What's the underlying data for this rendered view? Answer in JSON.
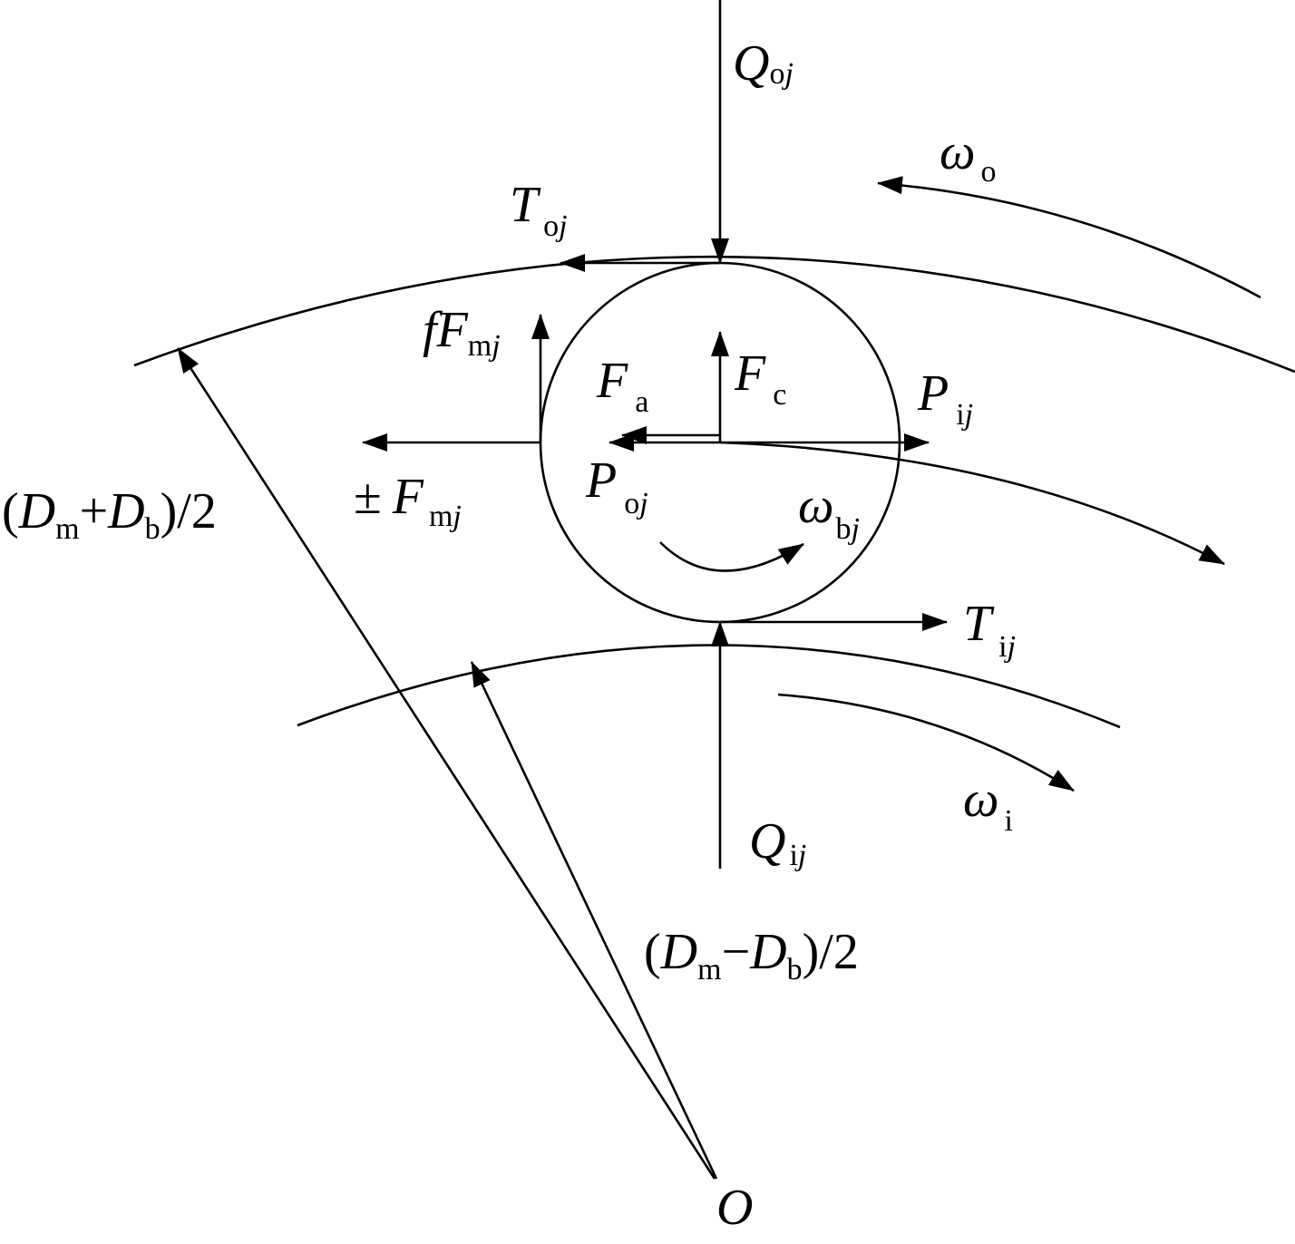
{
  "labels": {
    "Q_o": {
      "main": "Q",
      "sub1": "o",
      "sub2": "j"
    },
    "omega_o": {
      "main": "ω",
      "sub": "o"
    },
    "T_o": {
      "main": "T",
      "sub1": "o",
      "sub2": "j"
    },
    "fF_m": {
      "pre": "f",
      "main": "F",
      "sub1": "m",
      "sub2": "j"
    },
    "F_a": {
      "main": "F",
      "sub": "a"
    },
    "F_c": {
      "main": "F",
      "sub": "c"
    },
    "P_i": {
      "main": "P",
      "sub1": "i",
      "sub2": "j"
    },
    "F_m": {
      "pm": "±",
      "main": "F",
      "sub1": "m",
      "sub2": "j"
    },
    "P_o": {
      "main": "P",
      "sub1": "o",
      "sub2": "j"
    },
    "omega_b": {
      "main": "ω",
      "sub1": "b",
      "sub2": "j"
    },
    "T_i": {
      "main": "T",
      "sub1": "i",
      "sub2": "j"
    },
    "omega_i": {
      "main": "ω",
      "sub": "i"
    },
    "Q_i": {
      "main": "Q",
      "sub1": "i",
      "sub2": "j"
    },
    "outer_radius": {
      "open": "(",
      "d1": "D",
      "s1": "m",
      "op": "+",
      "d2": "D",
      "s2": "b",
      "close": ")/2"
    },
    "inner_radius": {
      "open": "(",
      "d1": "D",
      "s1": "m",
      "op": "−",
      "d2": "D",
      "s2": "b",
      "close": ")/2"
    },
    "origin": "O"
  }
}
